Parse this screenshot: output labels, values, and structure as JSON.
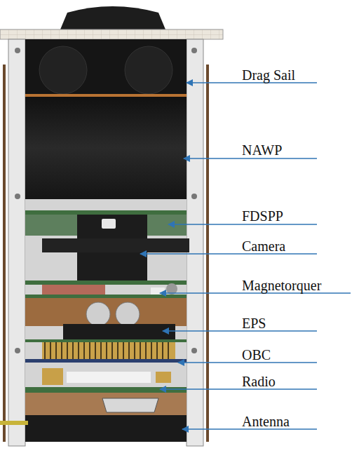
{
  "diagram": {
    "labels": [
      "Drag Sail",
      "NAWP",
      "FDSPP",
      "Camera",
      "Magnetorquer",
      "EPS",
      "OBC",
      "Radio",
      "Antenna"
    ]
  }
}
